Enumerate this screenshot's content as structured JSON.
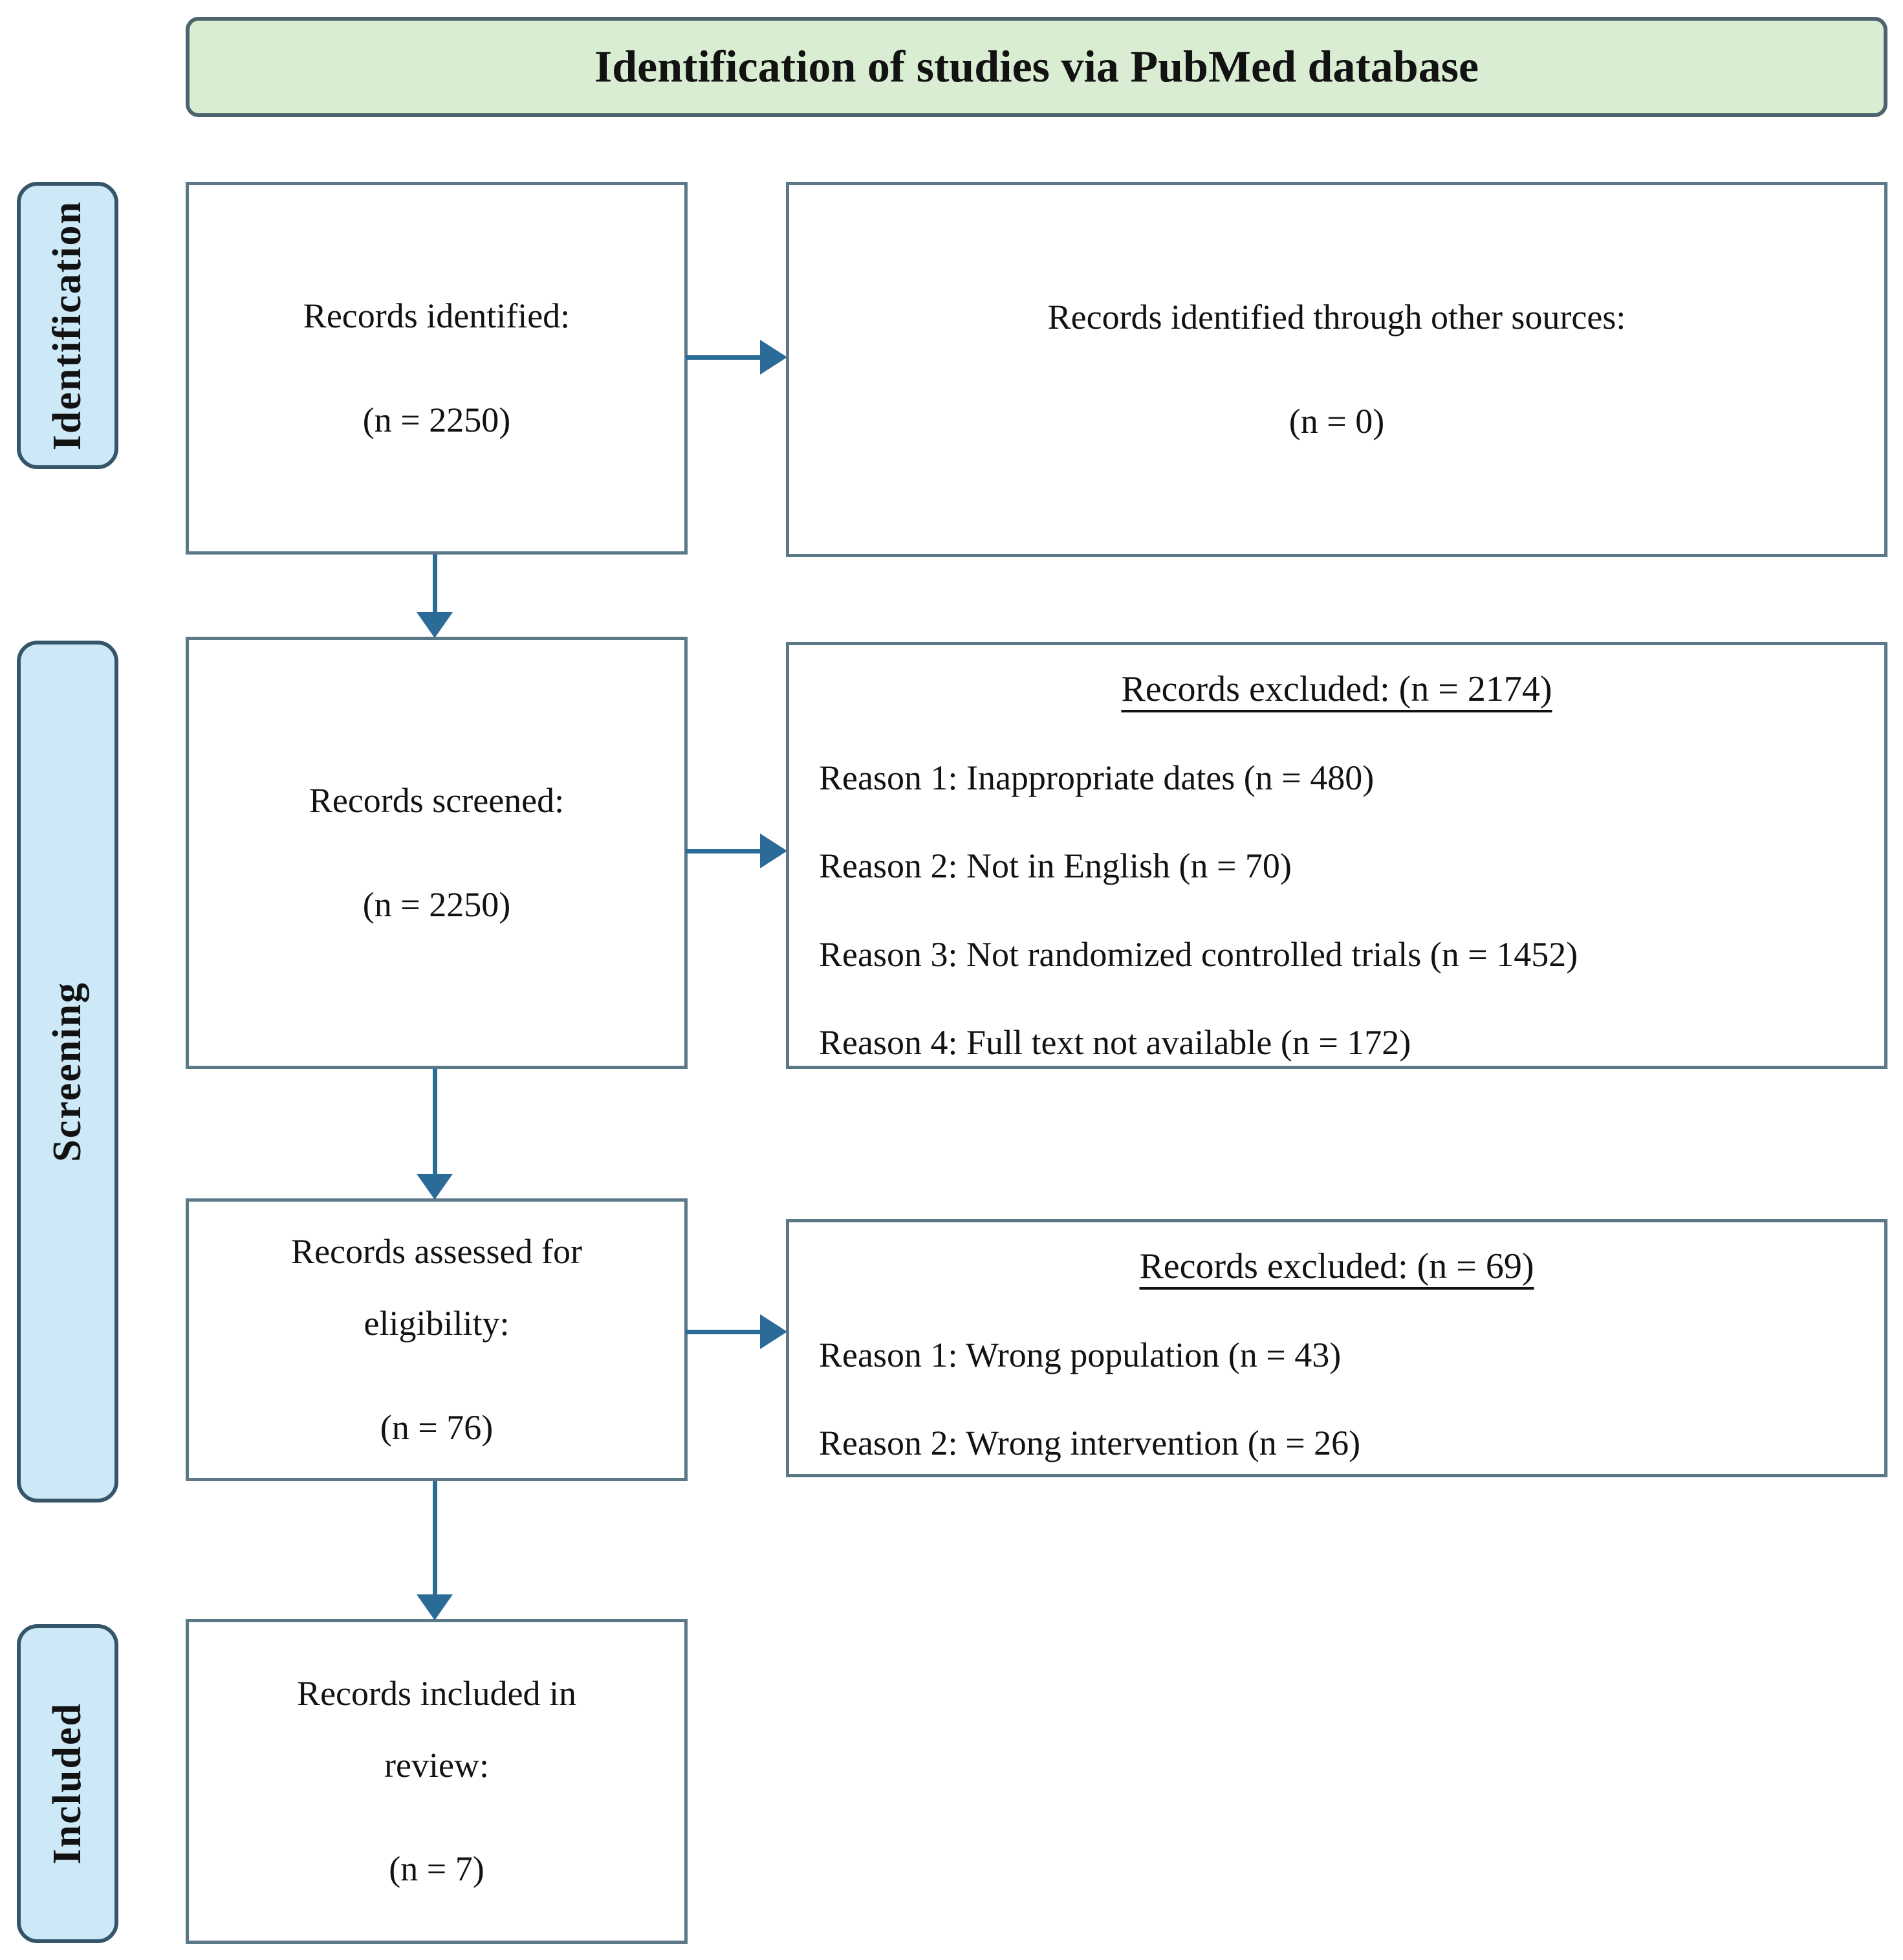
{
  "header": {
    "title": "Identification of studies via PubMed database"
  },
  "sidebar": {
    "stages": [
      {
        "label": "Identification"
      },
      {
        "label": "Screening"
      },
      {
        "label": "Included"
      }
    ]
  },
  "flow": {
    "identified": {
      "title": "Records identified:",
      "count": "(n = 2250)"
    },
    "other_sources": {
      "title": "Records identified through other sources:",
      "count": "(n = 0)"
    },
    "screened": {
      "title": "Records screened:",
      "count": "(n = 2250)"
    },
    "excluded_screening": {
      "title": "Records excluded: (n = 2174)",
      "reasons": [
        "Reason 1: Inappropriate dates (n = 480)",
        "Reason 2: Not in English (n = 70)",
        "Reason 3: Not randomized controlled trials (n = 1452)",
        "Reason 4: Full text not available (n = 172)"
      ]
    },
    "assessed": {
      "title": "Records assessed for eligibility:",
      "count": "(n = 76)"
    },
    "excluded_eligibility": {
      "title": "Records excluded: (n = 69)",
      "reasons": [
        "Reason 1: Wrong population (n = 43)",
        "Reason 2: Wrong intervention (n = 26)"
      ]
    },
    "included": {
      "title": "Records included in review:",
      "count": "(n = 7)"
    }
  },
  "colors": {
    "header_fill": "#d9edd3",
    "header_border": "#4d646f",
    "stage_fill": "#cde9f7",
    "stage_border": "#35566a",
    "box_border": "#5b7888",
    "arrow": "#2a6b98",
    "text": "#121212",
    "background": "#ffffff"
  }
}
